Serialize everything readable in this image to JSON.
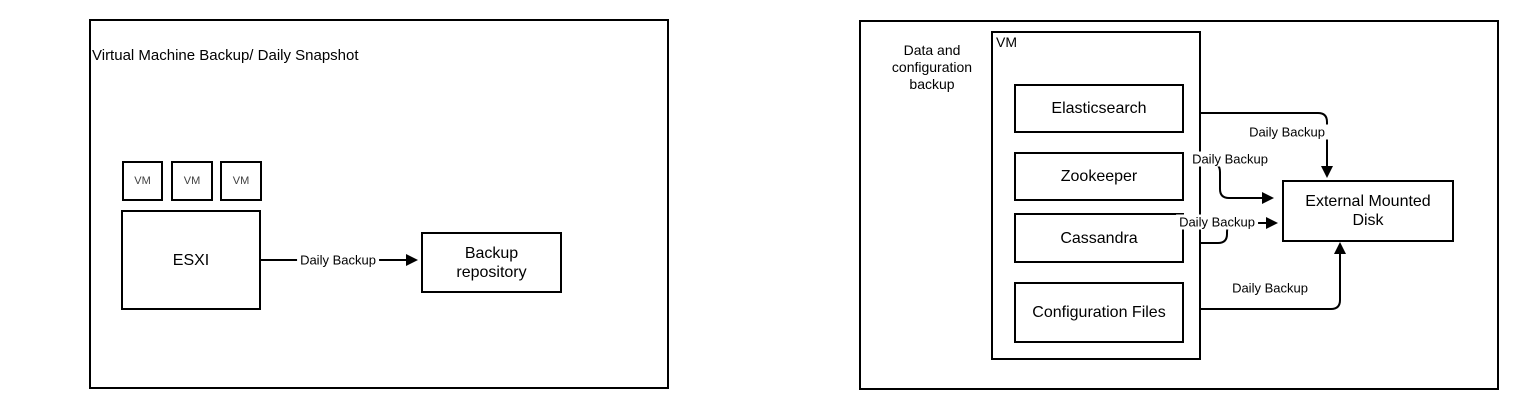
{
  "colors": {
    "stroke": "#000000",
    "canvas": "#ffffff",
    "text": "#000000"
  },
  "left_diagram": {
    "title": "Virtual Machine Backup/ Daily Snapshot",
    "vm_boxes": [
      {
        "label": "VM"
      },
      {
        "label": "VM"
      },
      {
        "label": "VM"
      }
    ],
    "host": {
      "label": "ESXI"
    },
    "edge": {
      "label": "Daily Backup"
    },
    "repository": {
      "label": "Backup repository"
    }
  },
  "right_diagram": {
    "group_label": "Data and configuration backup",
    "vm_container_label": "VM",
    "services": [
      {
        "label": "Elasticsearch",
        "edge_label": "Daily Backup"
      },
      {
        "label": "Zookeeper",
        "edge_label": "Daily Backup"
      },
      {
        "label": "Cassandra",
        "edge_label": "Daily Backup"
      },
      {
        "label": "Configuration Files",
        "edge_label": "Daily Backup"
      }
    ],
    "disk": {
      "label": "External Mounted Disk"
    }
  }
}
